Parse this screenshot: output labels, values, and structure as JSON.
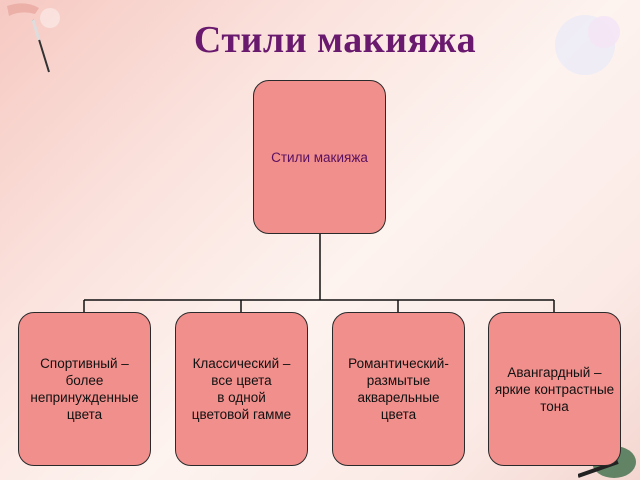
{
  "title": "Стили макияжа",
  "diagram": {
    "root": "Стили макияжа",
    "children": [
      "Спортивный –\nболее\nнепринужденные\nцвета",
      "Классический –\nвсе цвета\nв одной\nцветовой гамме",
      "Романтический-\nразмытые\nакварельные\nцвета",
      "Авангардный –\nяркие  контрастные\nтона"
    ]
  },
  "colors": {
    "title": "#6a1a6e",
    "node_fill": "#f08f8c",
    "node_border": "#2a2a2a",
    "root_text": "#5a1060"
  }
}
